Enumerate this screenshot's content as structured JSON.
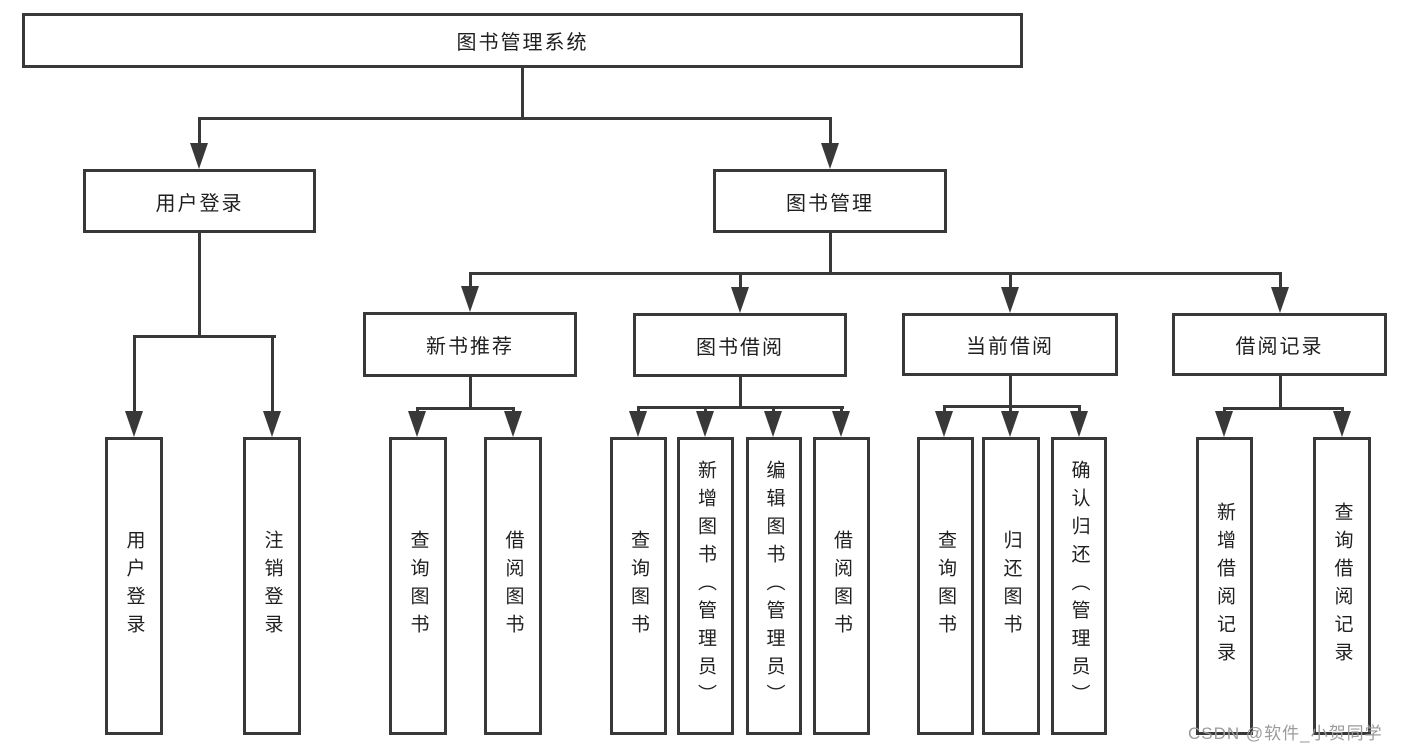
{
  "diagram": {
    "root": {
      "label": "图书管理系统"
    },
    "level2": [
      {
        "label": "用户登录"
      },
      {
        "label": "图书管理"
      }
    ],
    "level3": [
      {
        "label": "新书推荐"
      },
      {
        "label": "图书借阅"
      },
      {
        "label": "当前借阅"
      },
      {
        "label": "借阅记录"
      }
    ],
    "leaves": [
      {
        "label": "用户登录"
      },
      {
        "label": "注销登录"
      },
      {
        "label": "查询图书"
      },
      {
        "label": "借阅图书"
      },
      {
        "label": "查询图书"
      },
      {
        "label": "新增图书（管理员）"
      },
      {
        "label": "编辑图书（管理员）"
      },
      {
        "label": "借阅图书"
      },
      {
        "label": "查询图书"
      },
      {
        "label": "归还图书"
      },
      {
        "label": "确认归还（管理员）"
      },
      {
        "label": "新增借阅记录"
      },
      {
        "label": "查询借阅记录"
      }
    ]
  },
  "watermark": {
    "text": "CSDN @软件_小贺同学"
  },
  "colors": {
    "line": "#383838",
    "text": "#1f1f1f",
    "background": "#ffffff",
    "watermark": "#9b9b9e"
  }
}
